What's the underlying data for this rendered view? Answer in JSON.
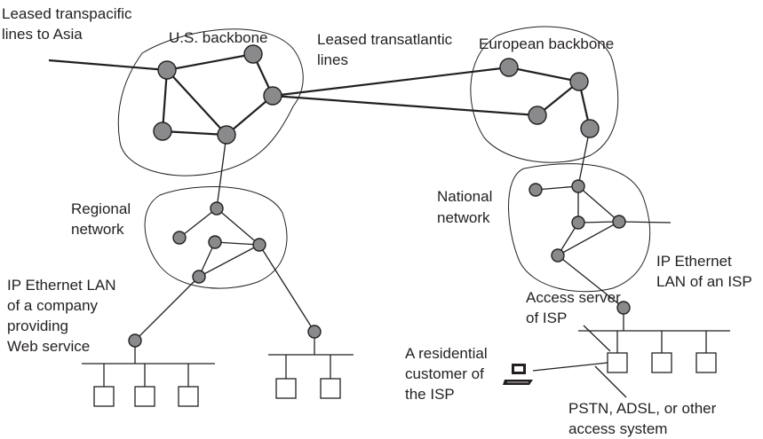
{
  "labels": {
    "transpacific": [
      "Leased transpacific",
      "lines to Asia"
    ],
    "us_backbone": "U.S. backbone",
    "transatlantic": [
      "Leased transatlantic",
      "lines"
    ],
    "european_backbone": "European backbone",
    "regional": [
      "Regional",
      "network"
    ],
    "national": [
      "National",
      "network"
    ],
    "company_lan": [
      "IP Ethernet LAN",
      "of a company",
      "providing",
      "Web service"
    ],
    "isp_lan": [
      "IP Ethernet",
      "LAN of an ISP"
    ],
    "access_server": [
      "Access server",
      "of ISP"
    ],
    "residential": [
      "A residential",
      "customer of",
      "the ISP"
    ],
    "access_system": [
      "PSTN, ADSL, or other",
      "access system"
    ]
  },
  "colors": {
    "ink": "#231f20",
    "node_fill": "#8a8a8c",
    "background": "#ffffff"
  },
  "icons": [
    "router-node",
    "host-box",
    "computer-icon"
  ]
}
